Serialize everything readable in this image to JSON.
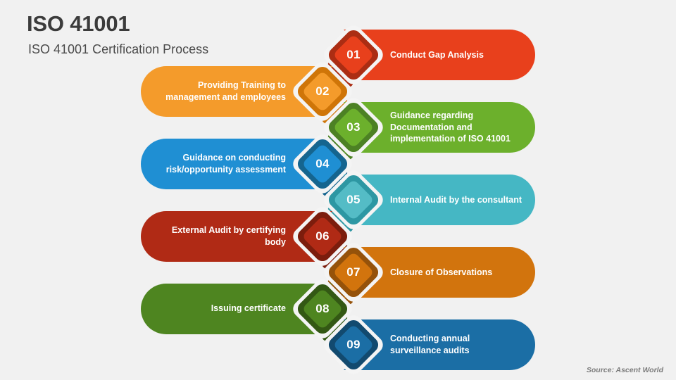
{
  "header": {
    "title": "ISO 41001",
    "subtitle": "ISO 41001 Certification Process"
  },
  "source": {
    "label": "Source: Ascent World"
  },
  "chart_data": {
    "type": "diagram",
    "title": "ISO 41001 Certification Process",
    "layout": "alternating-zigzag-process",
    "steps": [
      {
        "number": "01",
        "text": "Conduct Gap Analysis",
        "side": "right",
        "bar_color": "#e8401c",
        "diamond_color": "#e8401c",
        "diamond_border": "#ab2d13"
      },
      {
        "number": "02",
        "text": "Providing Training to management and employees",
        "side": "left",
        "bar_color": "#f49b2b",
        "diamond_color": "#f49b2b",
        "diamond_border": "#cf7508"
      },
      {
        "number": "03",
        "text": "Guidance regarding Documentation and implementation of ISO 41001",
        "side": "right",
        "bar_color": "#6cb02c",
        "diamond_color": "#6cb02c",
        "diamond_border": "#4c8124"
      },
      {
        "number": "04",
        "text": "Guidance on conducting risk/opportunity assessment",
        "side": "left",
        "bar_color": "#1f8fd3",
        "diamond_color": "#1f8fd3",
        "diamond_border": "#15658f"
      },
      {
        "number": "05",
        "text": "Internal Audit by the consultant",
        "side": "right",
        "bar_color": "#45b7c4",
        "diamond_color": "#54bcc6",
        "diamond_border": "#2d97a3"
      },
      {
        "number": "06",
        "text": "External Audit by certifying body",
        "side": "left",
        "bar_color": "#b02a15",
        "diamond_color": "#b02a15",
        "diamond_border": "#7c1d0d"
      },
      {
        "number": "07",
        "text": "Closure of Observations",
        "side": "right",
        "bar_color": "#d2740d",
        "diamond_color": "#d2740d",
        "diamond_border": "#95520a"
      },
      {
        "number": "08",
        "text": "Issuing certificate",
        "side": "left",
        "bar_color": "#4e8520",
        "diamond_color": "#4e8520",
        "diamond_border": "#335814"
      },
      {
        "number": "09",
        "text": "Conducting annual surveillance audits",
        "side": "right",
        "bar_color": "#1b6ea5",
        "diamond_color": "#1b6ea5",
        "diamond_border": "#124a6f"
      }
    ]
  }
}
